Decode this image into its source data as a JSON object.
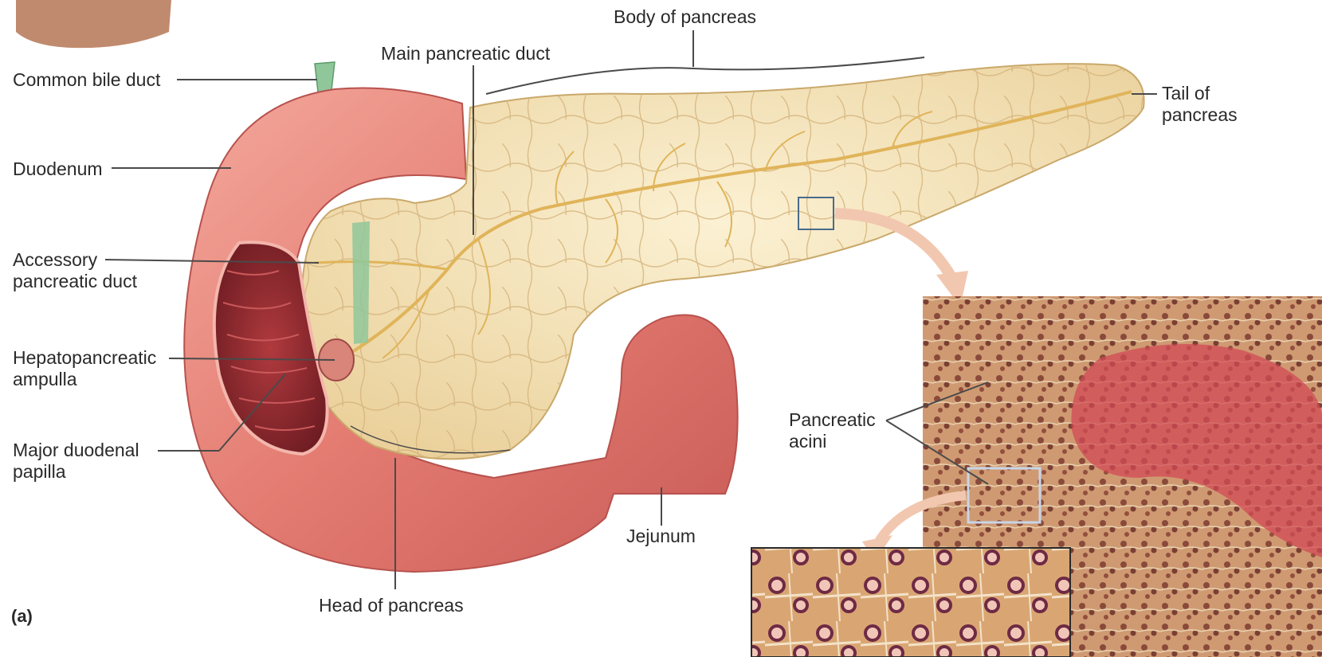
{
  "panel_letter": "(a)",
  "labels": {
    "body_of_pancreas": "Body of pancreas",
    "main_pancreatic_duct": "Main pancreatic duct",
    "common_bile_duct": "Common bile duct",
    "tail_of_pancreas_line1": "Tail of",
    "tail_of_pancreas_line2": "pancreas",
    "duodenum": "Duodenum",
    "accessory_duct_line1": "Accessory",
    "accessory_duct_line2": "pancreatic duct",
    "hepatopancreatic_line1": "Hepatopancreatic",
    "hepatopancreatic_line2": "ampulla",
    "major_papilla_line1": "Major duodenal",
    "major_papilla_line2": "papilla",
    "pancreatic_acini_line1": "Pancreatic",
    "pancreatic_acini_line2": "acini",
    "jejunum": "Jejunum",
    "head_of_pancreas": "Head of pancreas"
  },
  "colors": {
    "pancreas": "#f3e2b4",
    "pancreas_outline": "#c9a86a",
    "duct": "#e0b45a",
    "duodenum": "#e8857a",
    "duodenum_inner": "#8e2a2f",
    "bile_duct": "#8fc79a",
    "histology": "#c98f6a",
    "histology_red": "#d24a55",
    "leader_line": "#4a4a4a",
    "arrow": "#f2c7b0"
  }
}
